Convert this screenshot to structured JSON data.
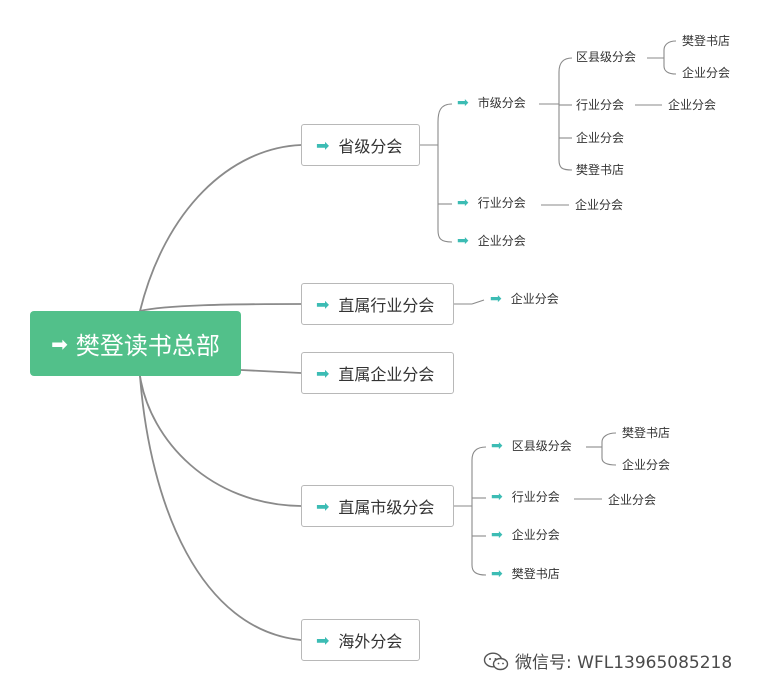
{
  "root": {
    "label": "樊登读书总部"
  },
  "branches": {
    "provincial": "省级分会",
    "industry": "直属行业分会",
    "enterprise": "直属企业分会",
    "city": "直属市级分会",
    "overseas": "海外分会"
  },
  "provincial": {
    "city": "市级分会",
    "city_children": {
      "district": "区县级分会",
      "district_children": [
        "樊登书店",
        "企业分会"
      ],
      "industry": "行业分会",
      "industry_child": "企业分会",
      "enterprise": "企业分会",
      "bookstore": "樊登书店"
    },
    "industry": "行业分会",
    "industry_child": "企业分会",
    "enterprise": "企业分会"
  },
  "industry_branch": {
    "child": "企业分会"
  },
  "city_branch": {
    "district": "区县级分会",
    "district_children": [
      "樊登书店",
      "企业分会"
    ],
    "industry": "行业分会",
    "industry_child": "企业分会",
    "enterprise": "企业分会",
    "bookstore": "樊登书店"
  },
  "watermark": {
    "text": "微信号: WFL13965085218"
  },
  "colors": {
    "root_fill": "#52c08a",
    "arrow": "#3cbcb4",
    "line": "#8a8a8a",
    "border": "#b8b8b8"
  },
  "icons": {
    "arrow": "right-arrow-icon",
    "watermark_logo": "wechat-logo"
  }
}
